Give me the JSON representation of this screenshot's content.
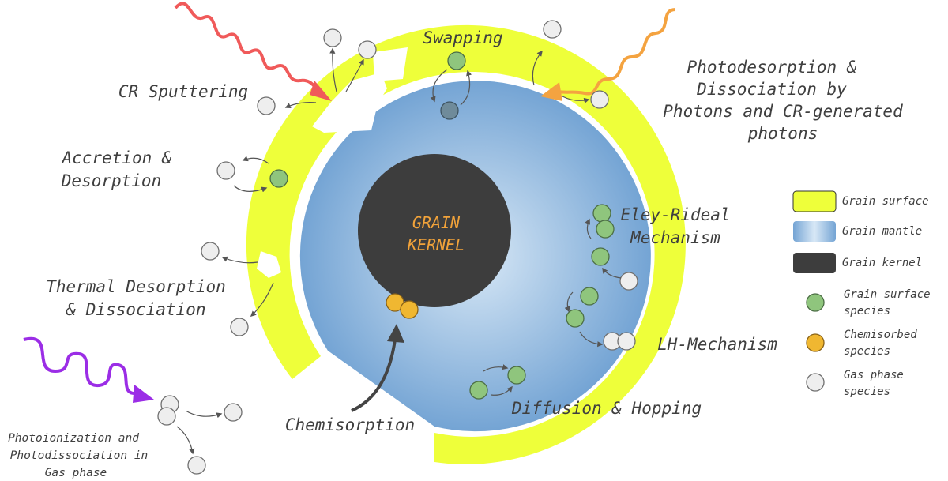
{
  "kernel": {
    "line1": "GRAIN",
    "line2": "KERNEL"
  },
  "labels": {
    "swapping": "Swapping",
    "cr_sputtering": "CR Sputtering",
    "photodesorption": [
      "Photodesorption &",
      "Dissociation by",
      "Photons and CR-generated",
      "photons"
    ],
    "accretion": [
      "Accretion &",
      "Desorption"
    ],
    "thermal": [
      "Thermal Desorption",
      "& Dissociation"
    ],
    "eley_rideal": [
      "Eley-Rideal",
      "Mechanism"
    ],
    "lh": "LH-Mechanism",
    "diffusion": "Diffusion & Hopping",
    "chemisorption": "Chemisorption",
    "photoionization": [
      "Photoionization and",
      "Photodissociation in",
      "Gas phase"
    ]
  },
  "legend": {
    "grain_surface": "Grain surface",
    "grain_mantle": "Grain mantle",
    "grain_kernel": "Grain kernel",
    "surface_species": [
      "Grain surface",
      "species"
    ],
    "chemisorbed_species": [
      "Chemisorbed",
      "species"
    ],
    "gas_species": [
      "Gas phase",
      "species"
    ]
  },
  "colors": {
    "surface": "#eeff3a",
    "mantle_light": "#c9dff3",
    "mantle_dark": "#7aa9d6",
    "kernel": "#3d3d3d",
    "surface_species": "#8fc57d",
    "chemisorbed": "#f0b731",
    "gas": "#eeeeee",
    "cr_wave": "#f05a5a",
    "photon_wave": "#f4a340",
    "uv_wave": "#9b2de6"
  }
}
